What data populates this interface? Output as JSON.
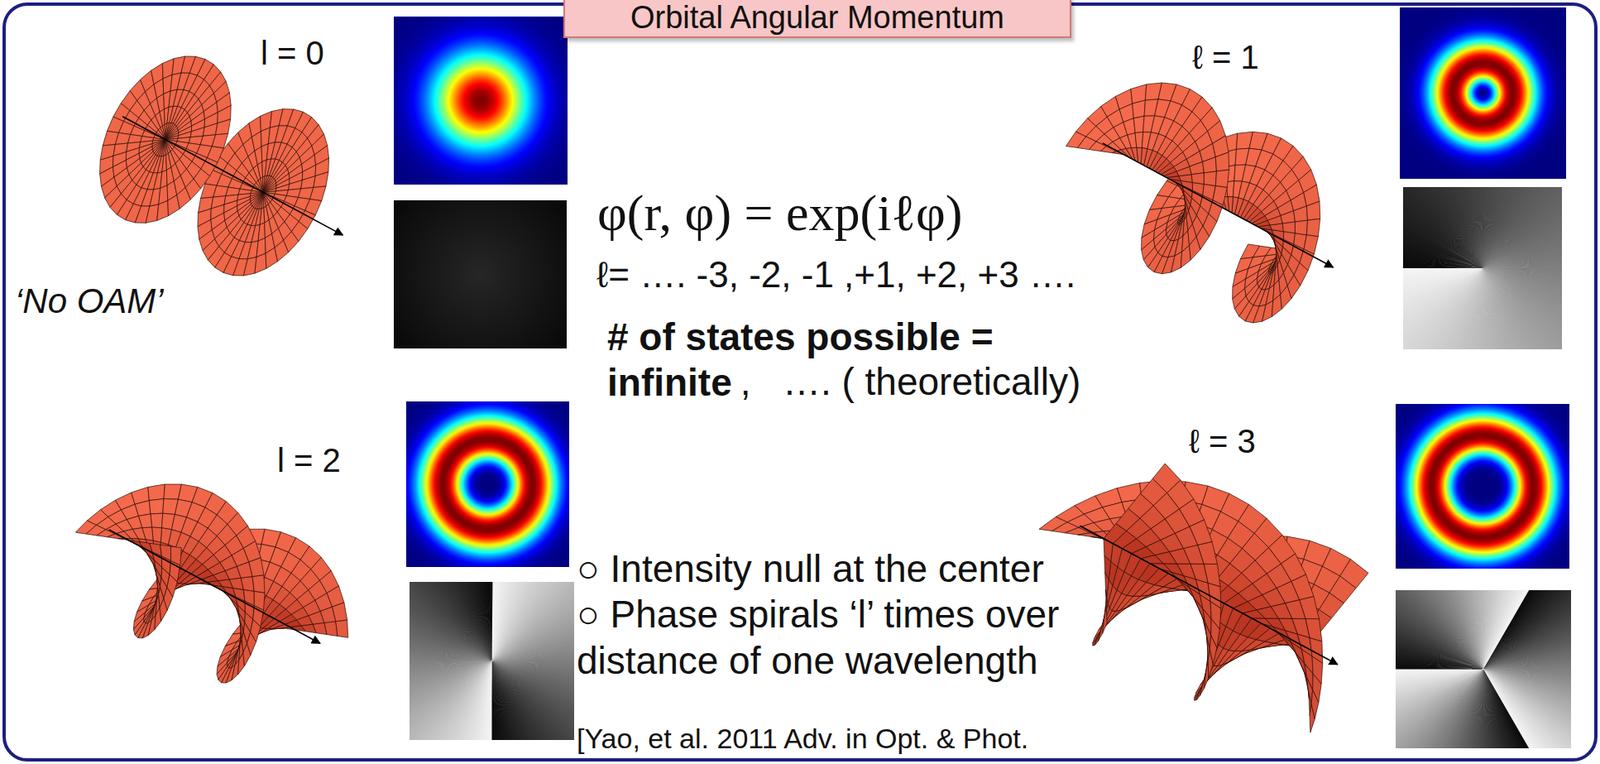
{
  "diagram": {
    "title": "Orbital Angular Momentum",
    "labels": [
      "l = 0",
      "ℓ = 1",
      "l = 2",
      "ℓ = 3",
      "‘No OAM’",
      "φ(r, φ) = exp(iℓφ)",
      "ℓ= …. -3, -2, -1 ,+1, +2, +3 ….",
      "# of states possible = infinite",
      ",   …. ( theoretically)",
      "○ Intensity null at the center",
      "○ Phase spirals ‘l’ times over distance of one wavelength",
      "[Yao, et al. 2011 Adv. in Opt. & Phot."
    ]
  }
}
